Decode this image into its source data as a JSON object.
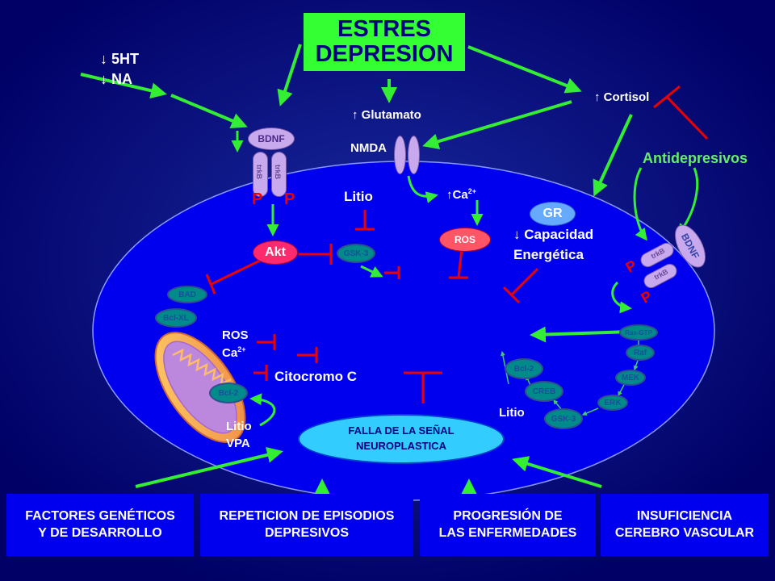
{
  "top": {
    "line1": "ESTRES",
    "line2": "DEPRESION"
  },
  "labels": {
    "serotonin": "↓ 5HT",
    "noradrenaline": "↓ NA",
    "glutamate": "↑ Glutamato",
    "cortisol": "↑ Cortisol",
    "nmda": "NMDA",
    "antidepresivos": "Antidepresivos",
    "litio_top": "Litio",
    "calcium_up": "↑Ca",
    "calcium_up_sup": "2+",
    "capacidad_line1": "↓ Capacidad",
    "capacidad_line2": "Energética",
    "ros_left": "ROS",
    "ca_left": "Ca",
    "ca_left_sup": "2+",
    "citocromo": "Citocromo C",
    "litio_vpa_line1": "Litio",
    "litio_vpa_line2": "VPA",
    "litio_right": "Litio"
  },
  "molecules": {
    "bdnf_left": "BDNF",
    "trkb_a": "trkB",
    "trkb_b": "trkB",
    "p_left_a": "P",
    "p_left_b": "P",
    "akt": "Akt",
    "gsk3_mid": "GSK-3",
    "ros": "ROS",
    "gr": "GR",
    "bad": "BAD",
    "bclxl": "Bcl-XL",
    "bcl2_mito": "Bcl-2",
    "bcl2_right": "Bcl-2",
    "creb": "CREB",
    "gsk3_right": "GSK-3",
    "erk": "ERK",
    "mek": "MEK",
    "raf": "Raf",
    "ras_gtp": "Ras-GTP",
    "bdnf_right": "BDNF",
    "trkb_right_a": "trkB",
    "trkb_right_b": "trkB",
    "p_right_a": "P",
    "p_right_b": "P"
  },
  "falla": {
    "line1": "FALLA DE LA SEÑAL",
    "line2": "NEUROPLASTICA"
  },
  "bottom": [
    {
      "line1": "FACTORES GENÉTICOS",
      "line2": "Y DE DESARROLLO"
    },
    {
      "line1": "REPETICION DE EPISODIOS",
      "line2": "DEPRESIVOS"
    },
    {
      "line1": "PROGRESIÓN DE",
      "line2": "LAS ENFERMEDADES"
    },
    {
      "line1": "INSUFICIENCIA",
      "line2": "CEREBRO VASCULAR"
    }
  ],
  "colors": {
    "background": "#000066",
    "cell": "#0000ee",
    "arrow_green": "#33ee33",
    "inhibit_red": "#ee0000",
    "top_box": "#33ff33",
    "falla_fill": "#33ccff",
    "molecule_teal": "#008b8b"
  }
}
